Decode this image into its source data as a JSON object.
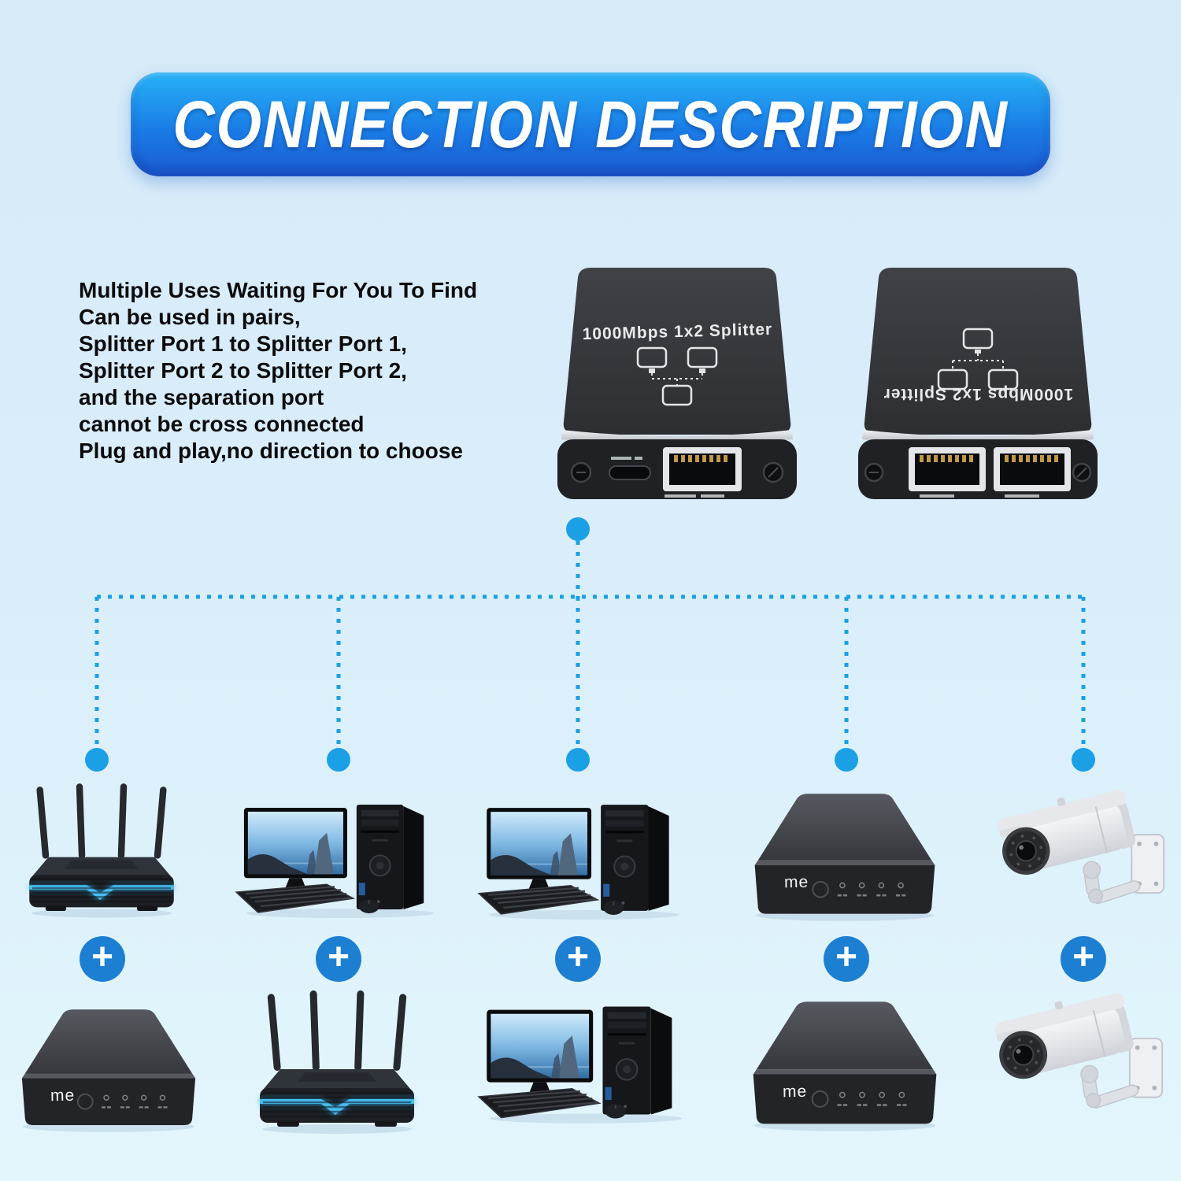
{
  "banner": {
    "title": "CONNECTION DESCRIPTION"
  },
  "intro": {
    "lines": [
      "Multiple Uses Waiting For You To Find",
      "Can be used in pairs,",
      "Splitter Port 1 to Splitter Port 1,",
      "Splitter Port 2 to Splitter Port 2,",
      "and the separation port",
      "cannot be cross connected",
      "Plug and play,no direction to choose"
    ]
  },
  "splitters": {
    "left": {
      "label": "1000Mbps 1x2 Splitter",
      "icon": "splitter-two-in-one-out-icon",
      "ports": [
        "usb-c-port",
        "rj45-port"
      ]
    },
    "right": {
      "label": "1000Mbps 1x2 Splitter",
      "icon": "splitter-one-in-two-out-icon",
      "ports": [
        "rj45-port",
        "rj45-port"
      ]
    }
  },
  "connection": {
    "plus_symbol": "+",
    "columns": [
      {
        "top_device": "wifi-router",
        "bottom_device": "tv-box"
      },
      {
        "top_device": "desktop-computer",
        "bottom_device": "wifi-router"
      },
      {
        "top_device": "desktop-computer",
        "bottom_device": "desktop-computer"
      },
      {
        "top_device": "tv-box",
        "bottom_device": "tv-box"
      },
      {
        "top_device": "security-camera",
        "bottom_device": "security-camera"
      }
    ]
  },
  "devices": {
    "box_logo": "me"
  },
  "colors": {
    "page_background": "#d9edfa",
    "banner_gradient_top": "#26b2f6",
    "banner_gradient_bottom": "#1b5bd2",
    "connector_blue": "#1ba0e6",
    "plus_circle_blue": "#1d7fd2",
    "router_glow_blue": "#2fb3f2",
    "text_color": "#0c0c0c"
  }
}
